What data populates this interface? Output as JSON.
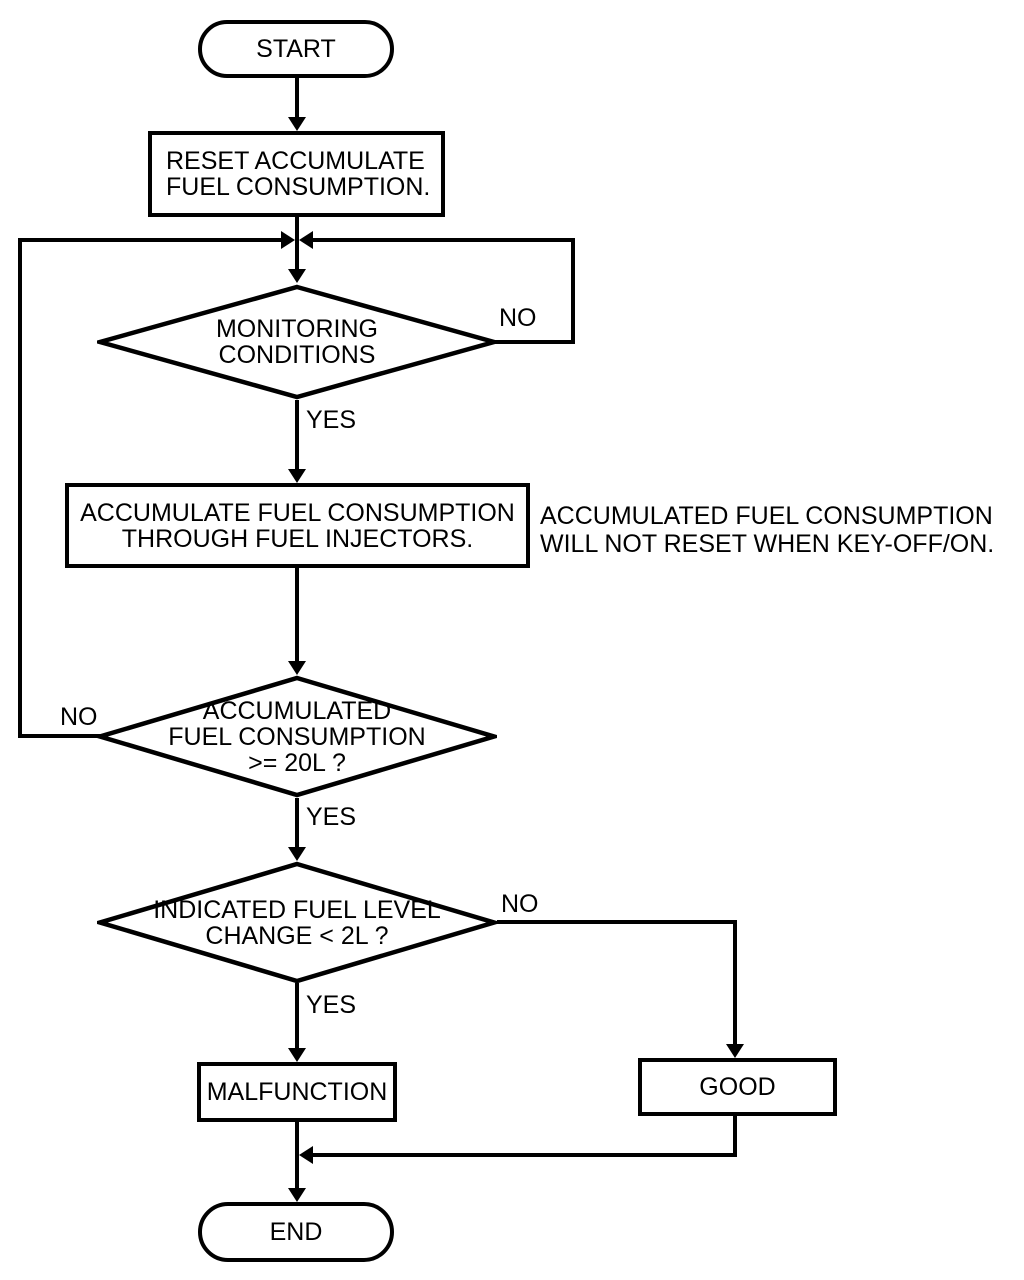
{
  "colors": {
    "line": "#000000",
    "background": "#ffffff",
    "text": "#000000"
  },
  "nodes": {
    "start": {
      "label": "START"
    },
    "reset": {
      "label": "RESET ACCUMULATE\nFUEL CONSUMPTION."
    },
    "monitoring_conditions": {
      "label": "MONITORING\nCONDITIONS"
    },
    "accumulate": {
      "label": "ACCUMULATE FUEL CONSUMPTION\nTHROUGH FUEL INJECTORS."
    },
    "accumulated_check": {
      "label": "ACCUMULATED\nFUEL CONSUMPTION\n>= 20L ?"
    },
    "fuel_level_check": {
      "label": "INDICATED FUEL LEVEL\nCHANGE < 2L ?"
    },
    "malfunction": {
      "label": "MALFUNCTION"
    },
    "good": {
      "label": "GOOD"
    },
    "end": {
      "label": "END"
    }
  },
  "edge_labels": {
    "monitoring_no": "NO",
    "monitoring_yes": "YES",
    "accumulated_no": "NO",
    "accumulated_yes": "YES",
    "fuel_level_no": "NO",
    "fuel_level_yes": "YES"
  },
  "annotations": {
    "key_off_note": "ACCUMULATED FUEL CONSUMPTION\nWILL NOT RESET WHEN KEY-OFF/ON."
  }
}
